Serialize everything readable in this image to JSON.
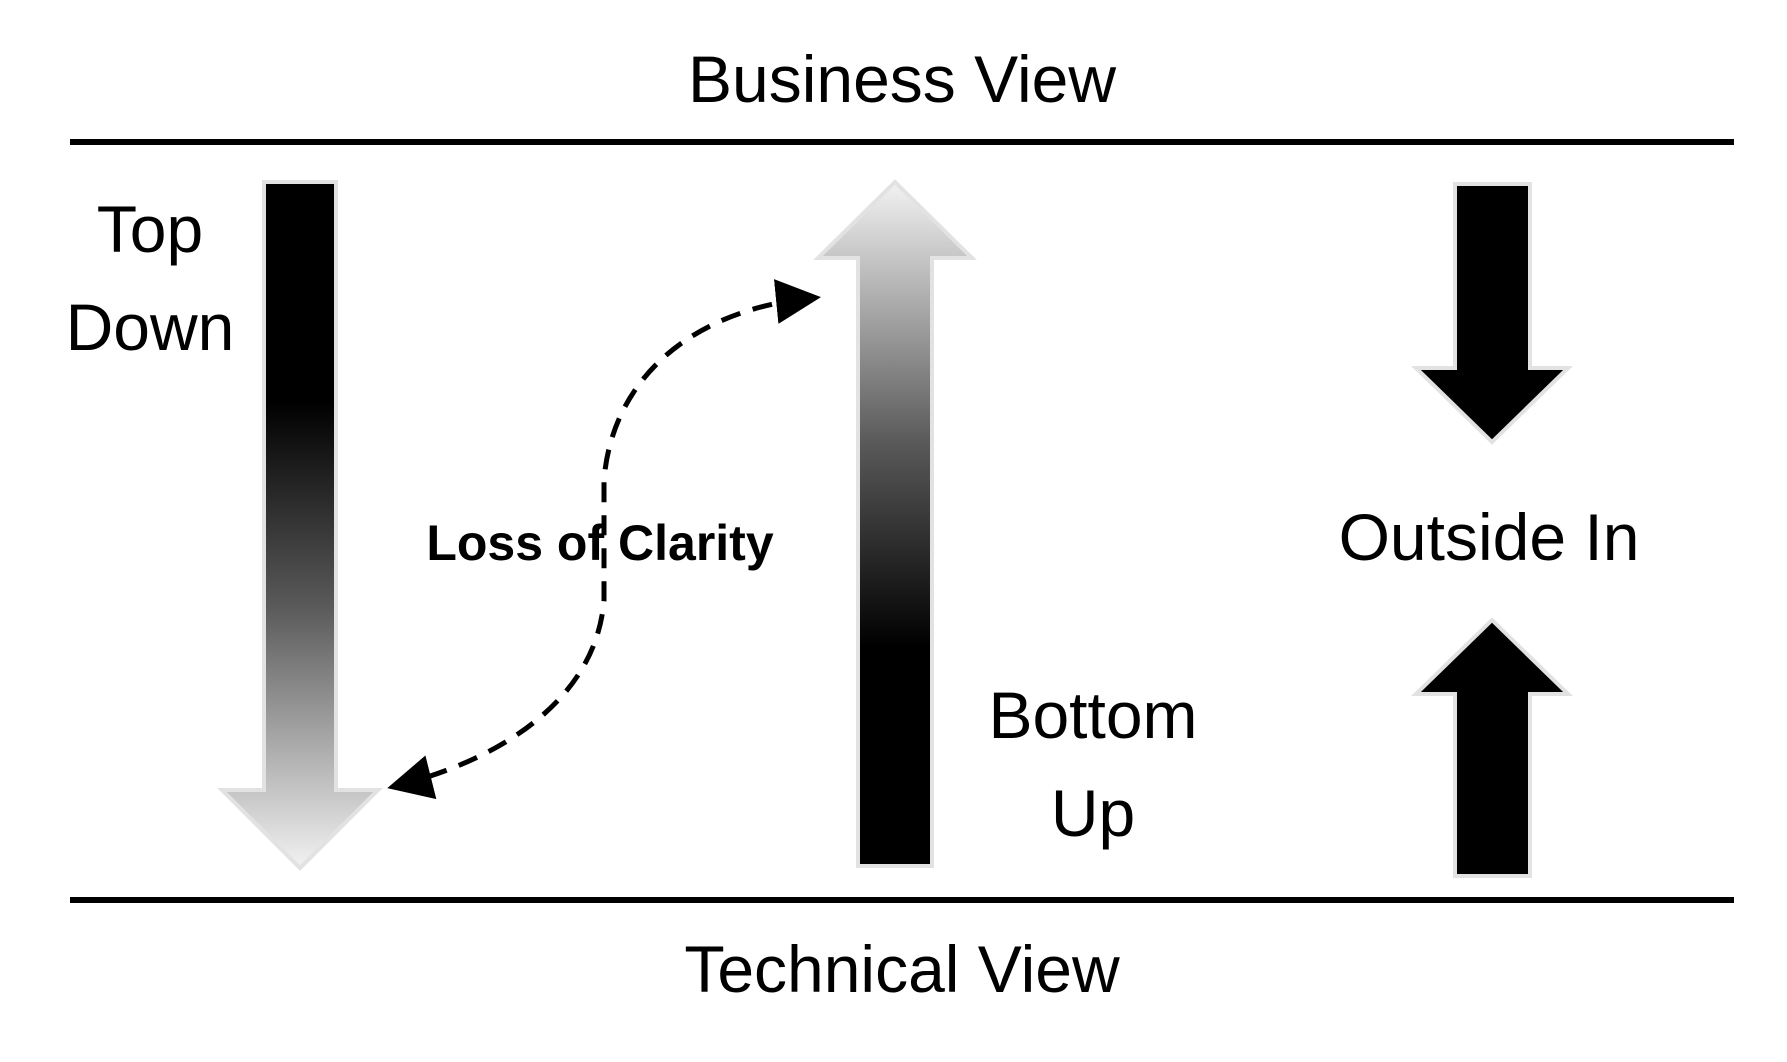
{
  "labels": {
    "business_view": "Business View",
    "technical_view": "Technical View",
    "top_down_line1": "Top",
    "top_down_line2": "Down",
    "bottom_up_line1": "Bottom",
    "bottom_up_line2": "Up",
    "outside_in": "Outside In",
    "loss_of_clarity": "Loss of Clarity"
  },
  "colors": {
    "line": "#000000",
    "arrow_dark": "#000000",
    "arrow_light": "#eeeeee",
    "arrow_outline": "#e2e2e2"
  }
}
